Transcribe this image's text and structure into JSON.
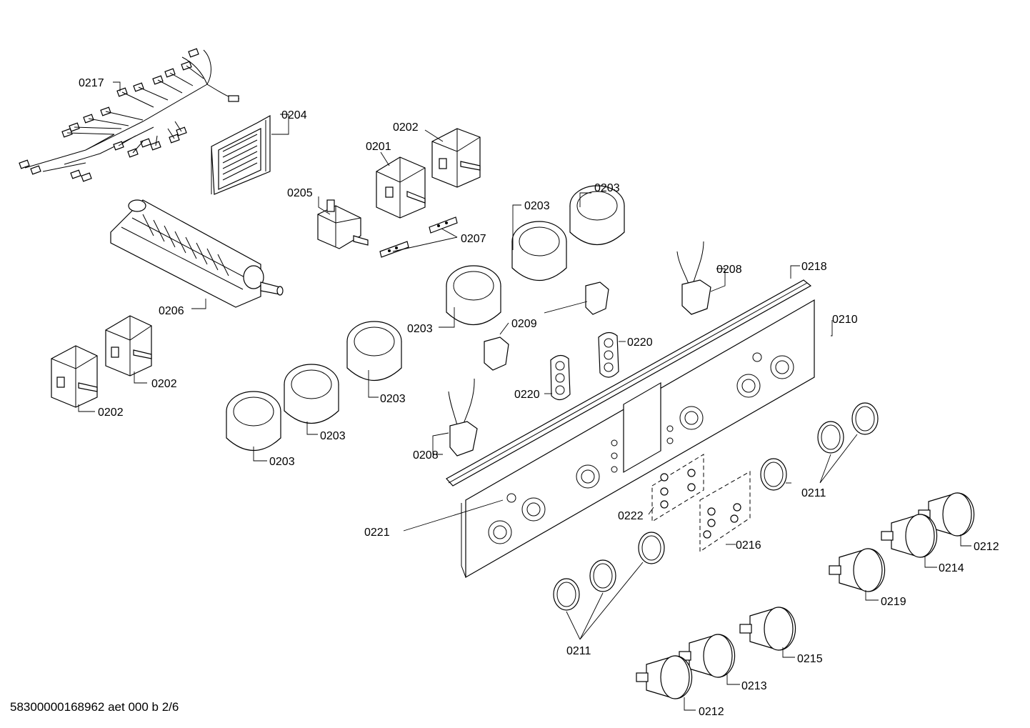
{
  "drawing_id": "58300000168962 aet 000 b 2/6",
  "part_labels": {
    "p0217": "0217",
    "p0204": "0204",
    "p0202a": "0202",
    "p0201": "0201",
    "p0205": "0205",
    "p0207": "0207",
    "p0203a": "0203",
    "p0203b": "0203",
    "p0206": "0206",
    "p0202b": "0202",
    "p0202c": "0202",
    "p0208a": "0208",
    "p0218": "0218",
    "p0209": "0209",
    "p0203c": "0203",
    "p0210": "0210",
    "p0220a": "0220",
    "p0220b": "0220",
    "p0203d": "0203",
    "p0203e": "0203",
    "p0203f": "0203",
    "p0208b": "0208",
    "p0211a": "0211",
    "p0222": "0222",
    "p0221": "0221",
    "p0216": "0216",
    "p0212a": "0212",
    "p0214": "0214",
    "p0219": "0219",
    "p0211b": "0211",
    "p0215": "0215",
    "p0213": "0213",
    "p0212b": "0212"
  }
}
